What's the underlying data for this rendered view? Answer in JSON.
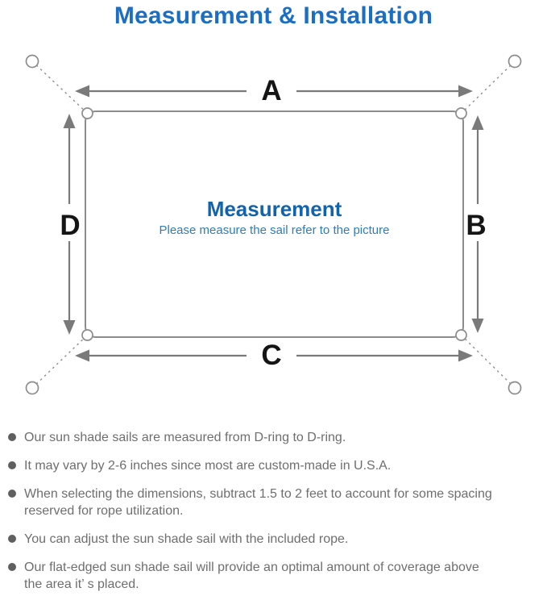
{
  "page": {
    "title": "Measurement & Installation"
  },
  "diagram": {
    "labels": {
      "a": "A",
      "b": "B",
      "c": "C",
      "d": "D"
    },
    "center_title": "Measurement",
    "center_subtitle": "Please measure the sail refer to the picture",
    "colors": {
      "title_blue": "#1b6ec2",
      "center_title_blue": "#1263ab",
      "center_subtitle_blue": "#2e7cbc",
      "outline_gray": "#8c8c8c",
      "arrow_gray": "#7a7a7a",
      "dimension_label_color": "#151515",
      "note_text_gray": "#6e6e6e"
    }
  },
  "notes": {
    "items": [
      {
        "text": "Our sun shade sails are measured from D-ring to D-ring."
      },
      {
        "text": "It may vary by 2-6 inches since most are custom-made in U.S.A."
      },
      {
        "text": "When selecting the dimensions, subtract 1.5 to 2 feet to account for some spacing\nreserved for rope utilization."
      },
      {
        "text": "You can adjust the sun shade sail with the included rope."
      },
      {
        "text": "Our flat-edged sun shade sail will provide an optimal amount of coverage above\nthe area it’ s placed."
      }
    ]
  }
}
